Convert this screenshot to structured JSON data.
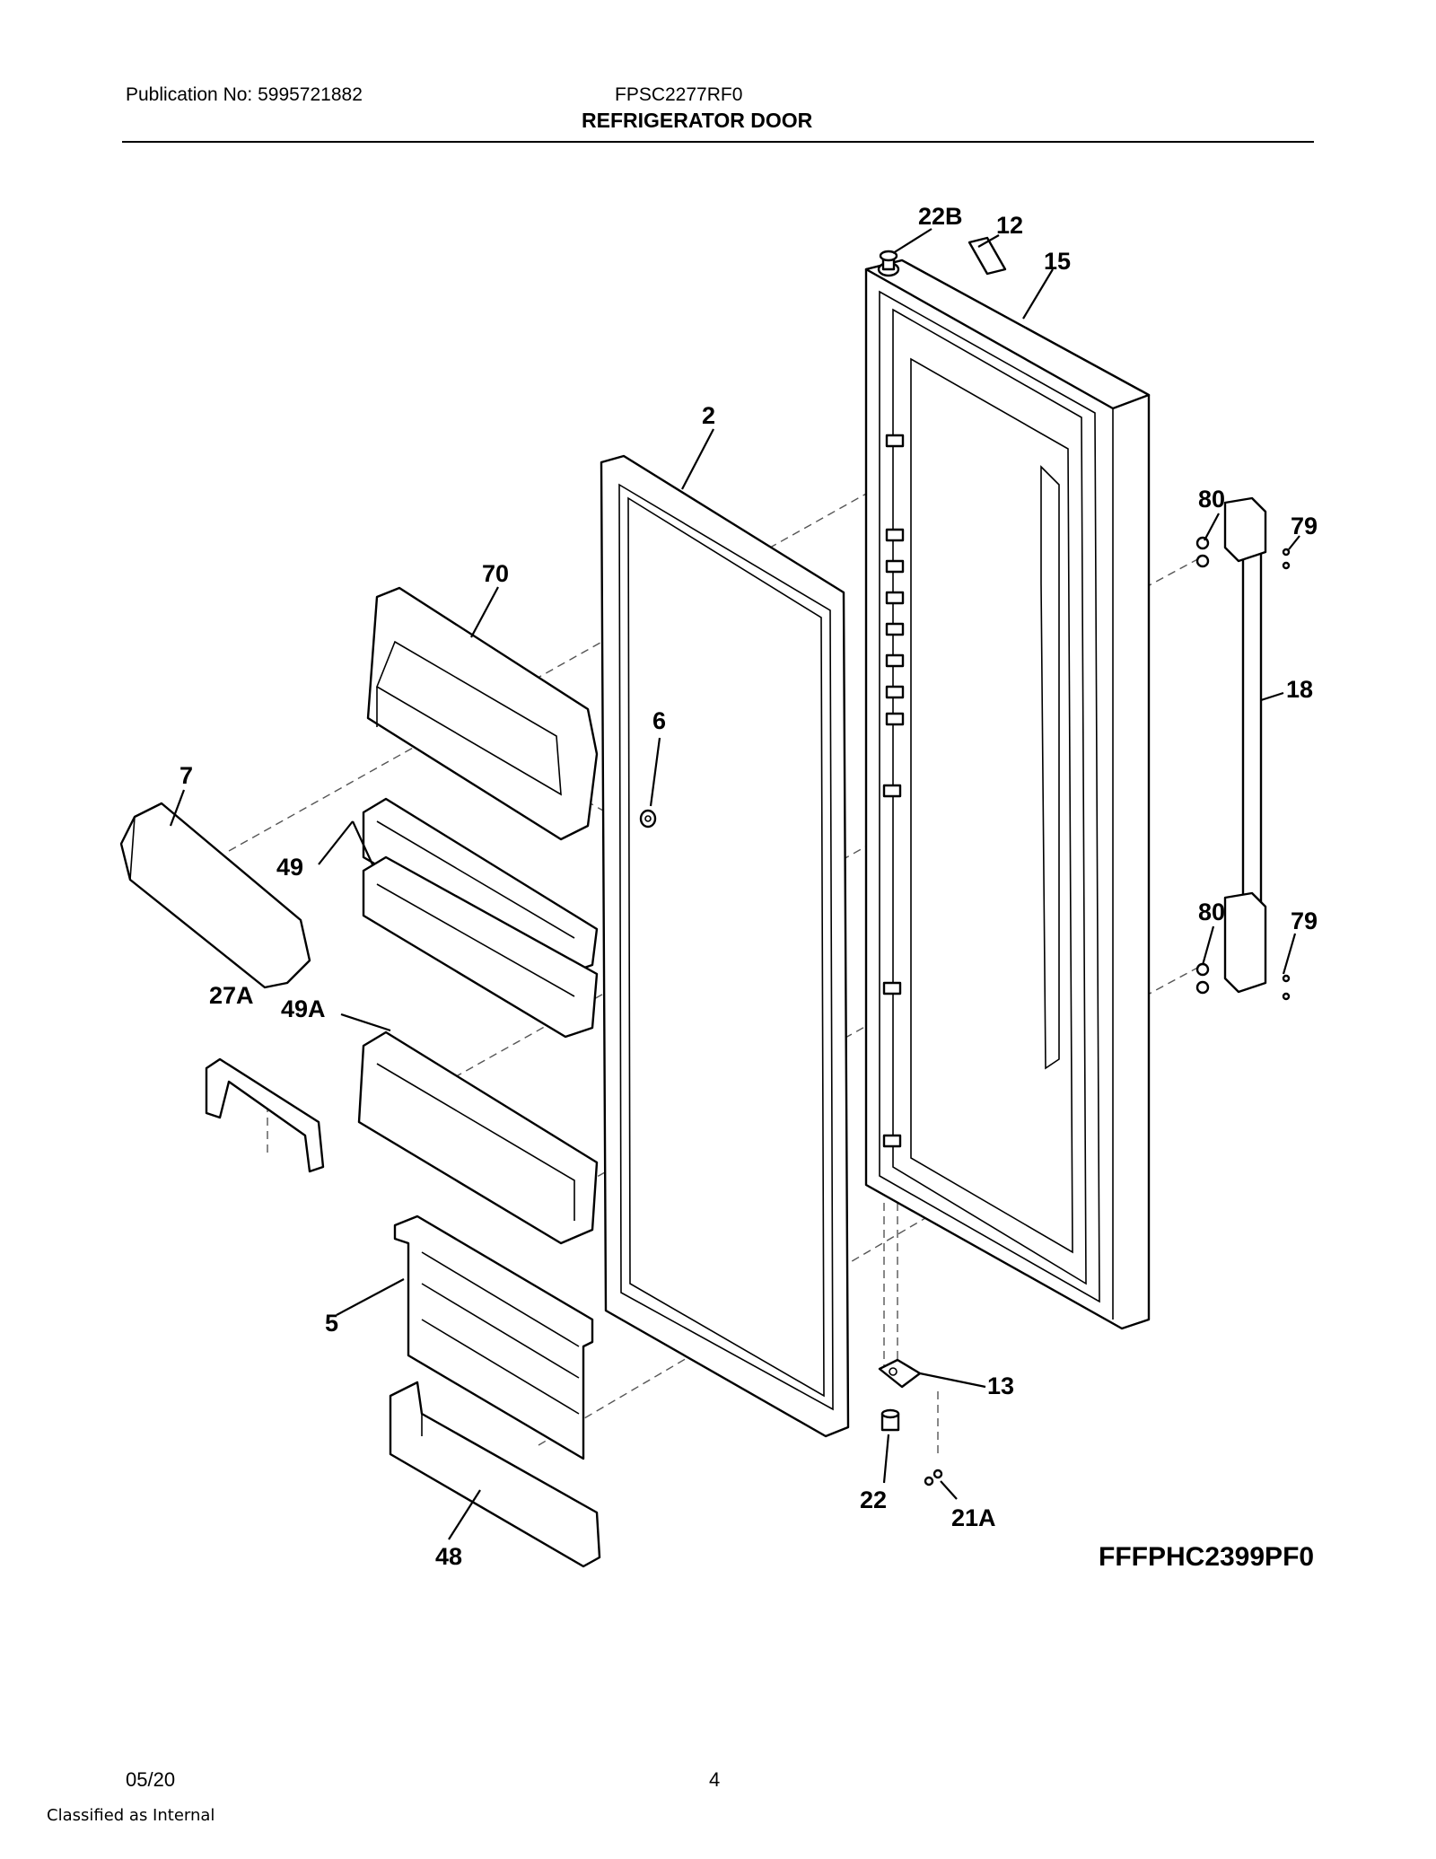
{
  "header": {
    "publication": "Publication No: 5995721882",
    "model": "FPSC2277RF0",
    "title": "REFRIGERATOR DOOR"
  },
  "callouts": {
    "c22B": "22B",
    "c12": "12",
    "c15": "15",
    "c2": "2",
    "c80a": "80",
    "c79a": "79",
    "c70": "70",
    "c18": "18",
    "c6": "6",
    "c7": "7",
    "c49": "49",
    "c80b": "80",
    "c79b": "79",
    "c27A": "27A",
    "c49A": "49A",
    "c5": "5",
    "c13": "13",
    "c22": "22",
    "c21A": "21A",
    "c48": "48"
  },
  "figure_code": "FFFPHC2399PF0",
  "footer": {
    "date": "05/20",
    "page": "4",
    "classification": "Classified as Internal"
  }
}
